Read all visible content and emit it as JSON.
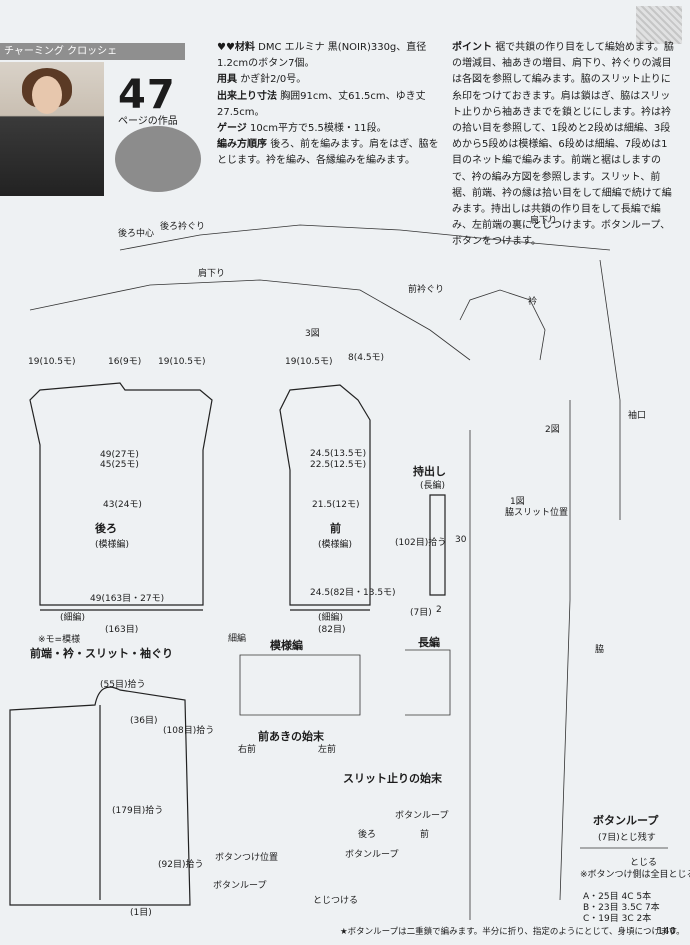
{
  "header": {
    "tag": "チャーミング クロッシェ",
    "work_number": "47",
    "work_caption": "ページの作品"
  },
  "instructions": {
    "materials_label": "♥♥材料",
    "materials": "DMC エルミナ 黒(NOIR)330g、直径1.2cmのボタン7個。",
    "tools_label": "用具",
    "tools": "かぎ針2/0号。",
    "size_label": "出来上り寸法",
    "size": "胸囲91cm、丈61.5cm、ゆき丈27.5cm。",
    "gauge_label": "ゲージ",
    "gauge": "10cm平方で5.5模様・11段。",
    "order_label": "編み方順序",
    "order": "後ろ、前を編みます。肩をはぎ、脇をとじます。衿を編み、各縁編みを編みます。",
    "point_label": "ポイント",
    "point": "裾で共鎖の作り目をして編始めます。脇の増減目、袖あきの増目、肩下り、衿ぐりの減目は各図を参照して編みます。脇のスリット止りに糸印をつけておきます。肩は鎖はぎ、脇はスリット止りから袖あきまでを鎖とじにします。衿は衿の拾い目を参照して、1段めと2段めは細編、3段めから5段めは模様編、6段めは細編、7段めは1目のネット編で編みます。前端と裾はしますので、衿の編み方図を参照します。スリット、前裾、前端、衿の縁は拾い目をして細編で続けて編みます。持出しは共鎖の作り目をして長編で編み、左前端の裏にとじつけます。ボタンループ、ボタンをつけます。"
  },
  "labels": {
    "back_neck_center": "後ろ中心",
    "back_neckline": "後ろ衿ぐり",
    "shoulder_drop": "肩下り",
    "front_neckline": "前衿ぐり",
    "collar": "衿",
    "fig3": "3図",
    "fig2": "2図",
    "fig1": "1図",
    "armhole": "袖口",
    "slit_mark": "脇スリット位置",
    "side": "脇",
    "back_title": "後ろ",
    "back_sub": "(模様編)",
    "front_title": "前",
    "front_sub": "(模様編)",
    "hem": "(細編)",
    "motif_repeat": "※モ=模様",
    "placket_title": "持出し",
    "placket_sub": "(長編)",
    "edging_title": "前端・衿・スリット・袖ぐり",
    "pattern_title": "模様編",
    "dc_title": "長編",
    "sc_title": "細編",
    "front_opening": "前あきの始末",
    "slit_finish": "スリット止りの始末",
    "button_loop": "ボタンループ",
    "back": "後ろ",
    "front": "前",
    "button_pos": "ボタンつけ位置",
    "right_front": "右前",
    "left_front": "左前",
    "attach": "とじつける",
    "loop_note": "(7目)とじ残す",
    "loop_note2": "とじる",
    "loop_note3": "※ボタンつけ側は全目とじる",
    "yarn_a": "A・25目 4C 5本",
    "yarn_b": "B・23目 3.5C 7本",
    "yarn_c": "C・19目 3C 2本"
  },
  "measurements": {
    "back_top": "19(10.5モ)",
    "back_neck": "16(9モ)",
    "back_top2": "19(10.5モ)",
    "front_top": "19(10.5モ)",
    "front_neck": "8(4.5モ)",
    "b1": "49(27モ)",
    "b2": "45(25モ)",
    "b3": "43(24モ)",
    "b4": "49(163目・27モ)",
    "b5": "(163目)",
    "f1": "24.5(13.5モ)",
    "f2": "22.5(12.5モ)",
    "f3": "21.5(12モ)",
    "f4": "24.5(82目・13.5モ)",
    "f5": "(82目)",
    "p1": "(102目)拾う",
    "p2": "30",
    "p3": "(7目)",
    "p4": "2",
    "e1": "(55目)拾う",
    "e2": "(36目)",
    "e3": "(108目)拾う",
    "e4": "(179目)拾う",
    "e5": "(92目)拾う",
    "e6": "(1目)"
  },
  "footer": {
    "note": "★ボタンループは二重鎖で編みます。半分に折り、指定のようにとじて、身頃につけます。",
    "page": "140"
  }
}
